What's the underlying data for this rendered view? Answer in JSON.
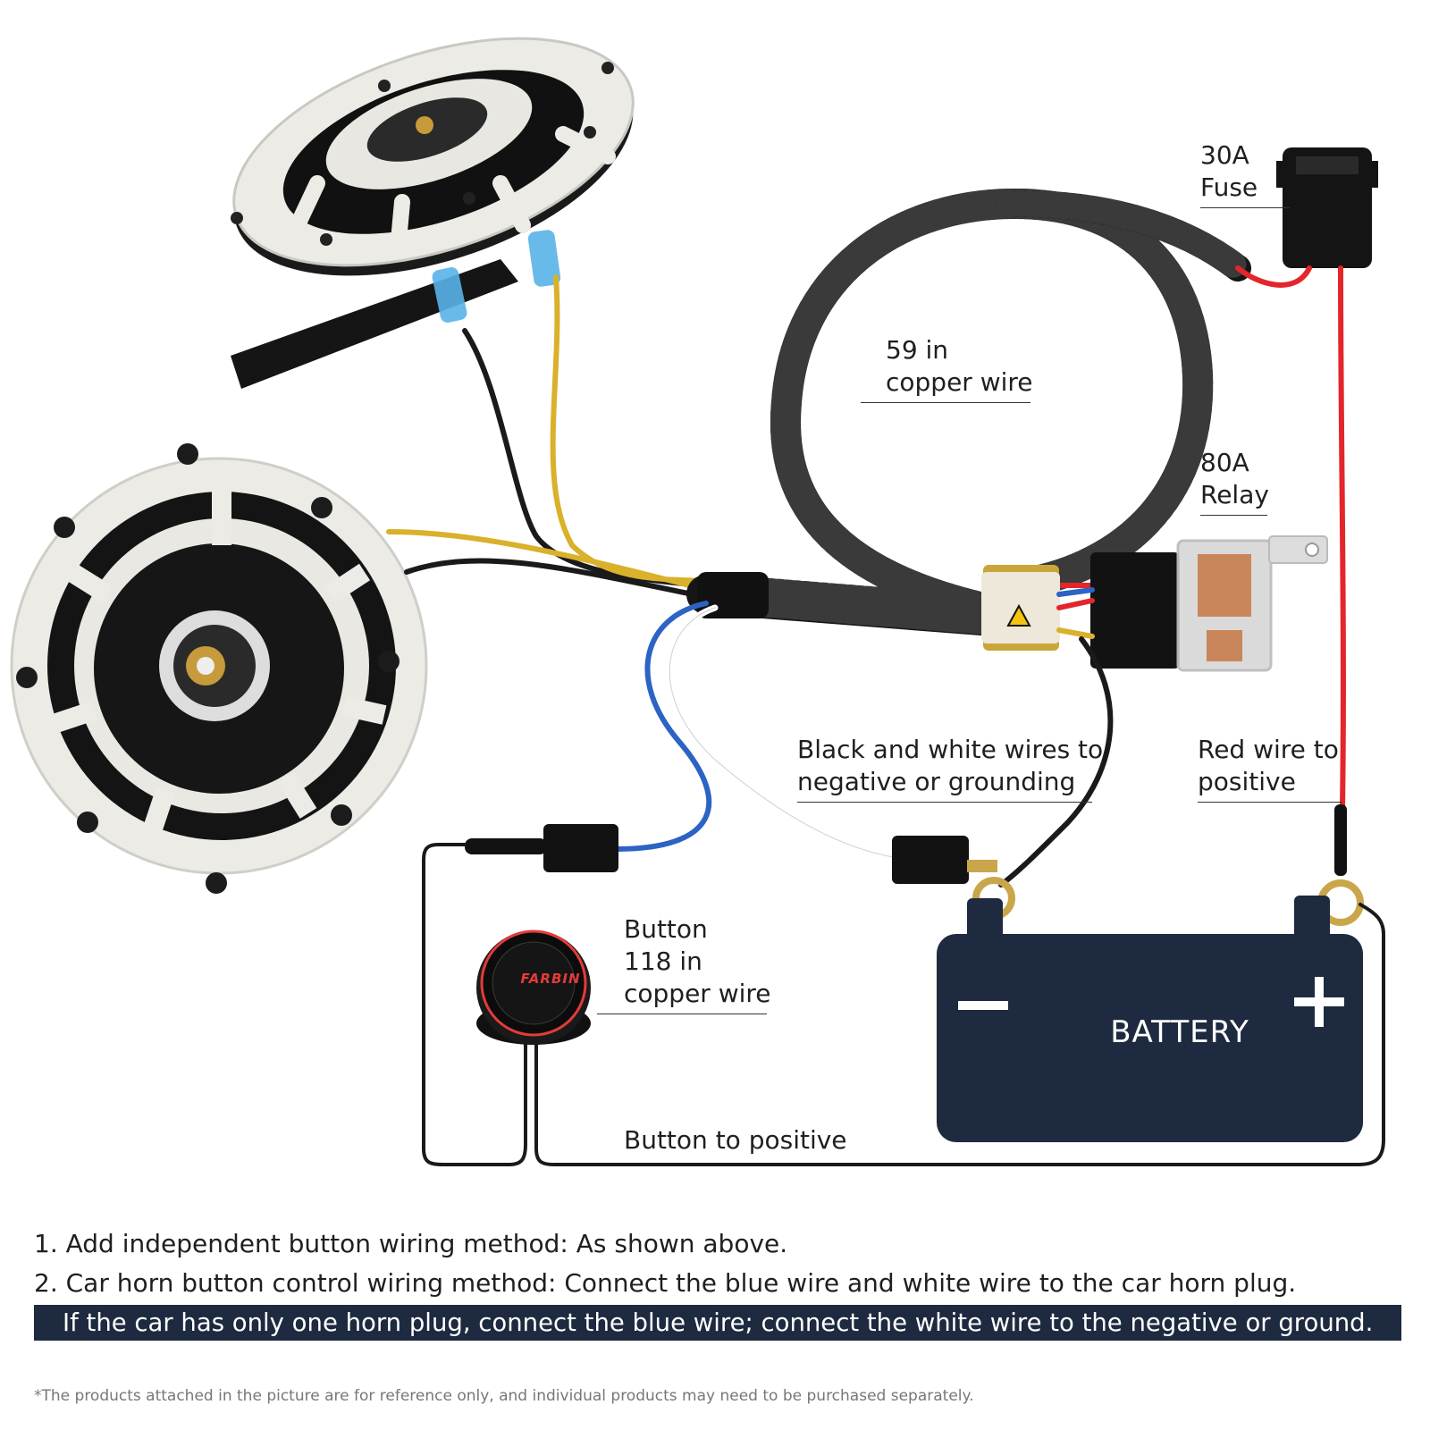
{
  "labels": {
    "fuse": [
      "30A",
      "Fuse"
    ],
    "copper_wire_59": [
      "59 in",
      "copper wire"
    ],
    "relay": [
      "80A",
      "Relay"
    ],
    "ground": [
      "Black and white wires to",
      "negative or grounding"
    ],
    "positive": [
      "Red wire to",
      "positive"
    ],
    "button": [
      "Button",
      "118 in",
      "copper wire"
    ],
    "button_positive": "Button to positive",
    "battery": "BATTERY",
    "brand": "FARBIN"
  },
  "notes": [
    "1. Add independent button wiring method: As shown above.",
    "2. Car horn button control wiring method: Connect the blue wire and white wire to the car horn plug.",
    "If the car has only one horn plug, connect the blue wire; connect the white wire to the negative or ground."
  ],
  "disclaimer": "*The products attached in the picture are for reference only, and individual products may need to be purchased separately.",
  "colors": {
    "battery": "#1d2a3f",
    "red_wire": "#e3262b",
    "yellow_wire": "#d9b12a",
    "blue_wire": "#2c63c4",
    "black_wire": "#1a1a1a",
    "horn_white": "#ecebe6"
  }
}
